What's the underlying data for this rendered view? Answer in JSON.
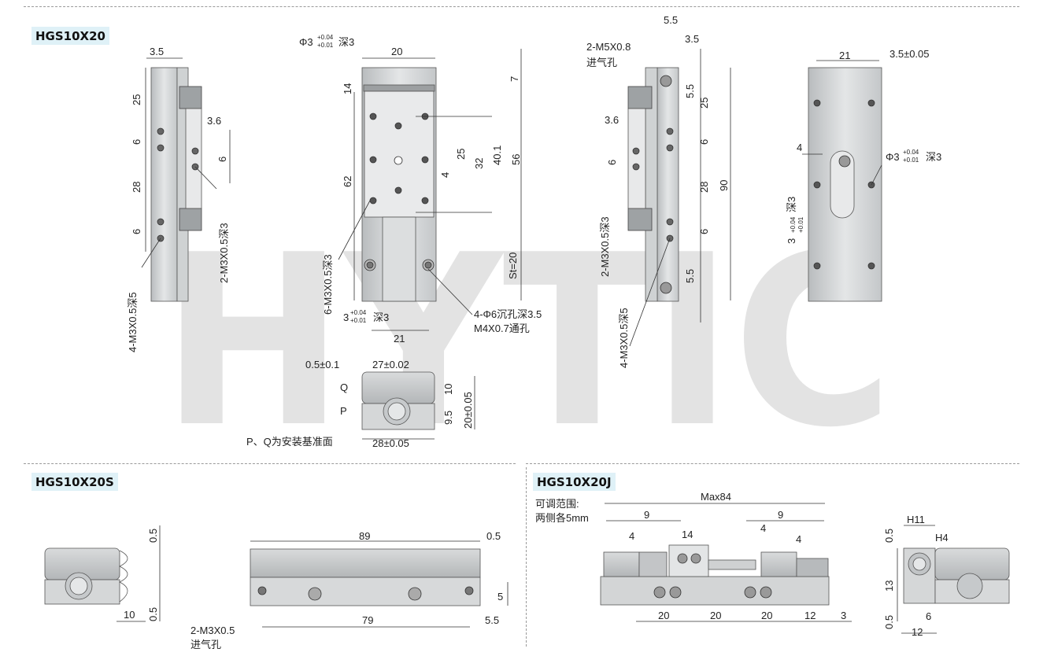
{
  "sections": {
    "top": "HGS10X20",
    "bottom_left": "HGS10X20S",
    "bottom_right": "HGS10X20J"
  },
  "watermark": "HYTIC",
  "dims": {
    "d_3_5": "3.5",
    "d_25": "25",
    "d_6": "6",
    "d_28": "28",
    "d_3_6": "3.6",
    "m3_d5": "4-M3X0.5深5",
    "m3_d3": "2-M3X0.5深3",
    "phi3": "Φ3",
    "tol_plus": "+0.04",
    "tol_minus": "+0.01",
    "shen3": "深3",
    "d_20": "20",
    "d_14": "14",
    "d_7": "7",
    "d_62": "62",
    "d_32": "32",
    "d_40_1": "40.1",
    "d_56": "56",
    "d_4": "4",
    "st": "St=20",
    "m3_6": "6-M3X0.5深3",
    "three": "3",
    "d_21": "21",
    "phi6": "4-Φ6沉孔深3.5",
    "m4": "M4X0.7通孔",
    "d_0_5_0_1": "0.5±0.1",
    "d_27": "27±0.02",
    "d_10": "10",
    "d_9_5": "9.5",
    "d_20_05": "20±0.05",
    "d_28_05": "28±0.05",
    "q": "Q",
    "p": "P",
    "pq_note": "P、Q为安装基准面",
    "d_5_5": "5.5",
    "m5": "2-M5X0.8",
    "air": "进气孔",
    "d_90": "90",
    "d_3_5_05": "3.5±0.05",
    "d_0_5": "0.5",
    "d_89": "89",
    "d_79": "79",
    "d_5": "5",
    "m3_air": "2-M3X0.5",
    "max84": "Max84",
    "adj1": "可调范围:",
    "adj2": "两侧各5mm",
    "d_9": "9",
    "d_12": "12",
    "d_3": "3",
    "h11": "H11",
    "h4": "H4",
    "d_13": "13"
  }
}
